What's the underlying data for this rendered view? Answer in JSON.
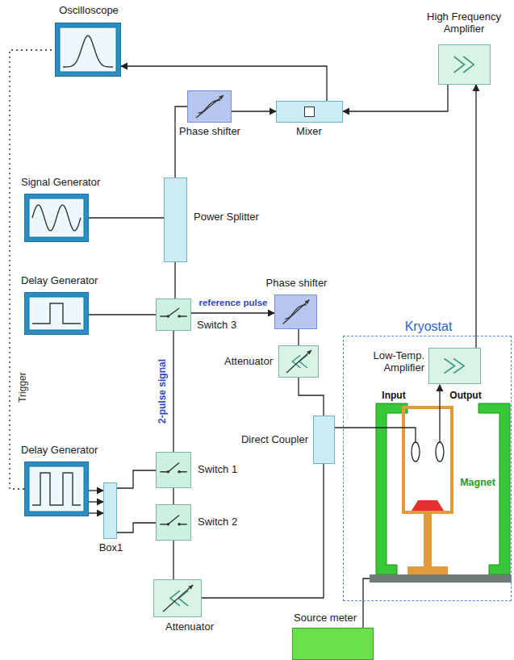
{
  "diagram": {
    "nodes": [
      {
        "text": [
          "Oscilloscope"
        ]
      },
      {
        "text": [
          "High Frequency Amplifier"
        ]
      },
      {
        "text": [
          "Phase shifter"
        ]
      },
      {
        "text": [
          "Mixer"
        ]
      },
      {
        "text": [
          "Signal Generator"
        ]
      },
      {
        "text": [
          "Power Splitter"
        ]
      },
      {
        "text": [
          "Delay Generator"
        ]
      },
      {
        "text": [
          "Switch 3"
        ]
      },
      {
        "text": [
          "Phase shifter"
        ]
      },
      {
        "text": [
          "Kryostat"
        ]
      },
      {
        "text": [
          "Attenuator"
        ]
      },
      {
        "text": [
          "Low-Temp. Amplifier"
        ],
        "in": 9
      },
      {
        "text": [
          "Direct Coupler"
        ]
      },
      {
        "text": [
          "Delay Generator"
        ]
      },
      {
        "text": [
          "Box1"
        ]
      },
      {
        "text": [
          "Switch 1"
        ]
      },
      {
        "text": [
          "Switch 2"
        ]
      },
      {
        "text": [
          "Attenuator"
        ]
      },
      {
        "text": [
          "Source meter"
        ]
      }
    ],
    "edges": [
      {
        "from": 3,
        "to": 0,
        "arrow": "to"
      },
      {
        "from": 1,
        "to": 3,
        "arrow": "to"
      },
      {
        "from": 5,
        "to": 2,
        "arrow": "none"
      },
      {
        "from": 2,
        "to": 3,
        "arrow": "to"
      },
      {
        "from": 4,
        "to": 5,
        "arrow": "none"
      },
      {
        "from": 5,
        "to": 7,
        "arrow": "none"
      },
      {
        "from": 6,
        "to": 7,
        "arrow": "none"
      },
      {
        "from": 7,
        "to": 8,
        "label": "reference pulse",
        "arrow": "to"
      },
      {
        "from": 8,
        "to": 10,
        "arrow": "none"
      },
      {
        "from": 10,
        "to": 12,
        "arrow": "none"
      },
      {
        "from": 7,
        "to": 15,
        "label": "2-pulse signal",
        "arrow": "none"
      },
      {
        "from": 15,
        "to": 16,
        "arrow": "none"
      },
      {
        "from": 16,
        "to": 17,
        "arrow": "none"
      },
      {
        "from": 17,
        "to": 12,
        "arrow": "none"
      },
      {
        "from": 13,
        "to": 14,
        "arrow": "to"
      },
      {
        "from": 13,
        "to": 14,
        "arrow": "to"
      },
      {
        "from": 13,
        "to": 14,
        "arrow": "to"
      },
      {
        "from": 14,
        "to": 15,
        "arrow": "none"
      },
      {
        "from": 14,
        "to": 16,
        "arrow": "none"
      },
      {
        "from": 11,
        "to": 1,
        "arrow": "to"
      },
      {
        "from": 13,
        "to": 0,
        "label": "Trigger",
        "arrow": "none"
      }
    ],
    "labels": [
      "Input",
      "Output",
      "Magnet"
    ]
  }
}
